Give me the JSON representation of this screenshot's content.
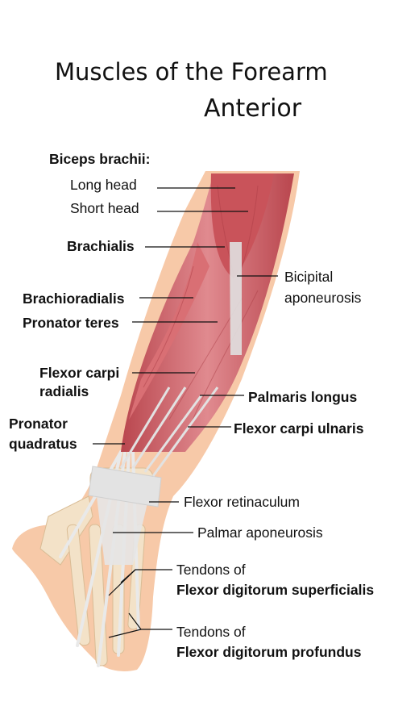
{
  "title": "Muscles of the Forearm",
  "subtitle": "Anterior",
  "labels": {
    "biceps_brachii": "Biceps brachii:",
    "long_head": "Long head",
    "short_head": "Short head",
    "brachialis": "Brachialis",
    "bicipital_1": "Bicipital",
    "bicipital_2": "aponeurosis",
    "brachioradialis": "Brachioradialis",
    "pronator_teres": "Pronator teres",
    "flexor_carpi_radialis_1": "Flexor carpi",
    "flexor_carpi_radialis_2": "radialis",
    "palmaris_longus": "Palmaris longus",
    "pronator_quadratus_1": "Pronator",
    "pronator_quadratus_2": "quadratus",
    "flexor_carpi_ulnaris": "Flexor carpi ulnaris",
    "flexor_retinaculum": "Flexor retinaculum",
    "palmar_aponeurosis": "Palmar aponeurosis",
    "tendons_fds_1": "Tendons of",
    "tendons_fds_2": "Flexor digitorum superficialis",
    "tendons_fdp_1": "Tendons of",
    "tendons_fdp_2": "Flexor digitorum profundus"
  },
  "colors": {
    "muscle": "#c9535a",
    "muscle_light": "#e9a0a3",
    "skin": "#f7c9a8",
    "bone": "#f3e2c8",
    "tendon": "#eeeeee",
    "leader_line": "#111111"
  }
}
